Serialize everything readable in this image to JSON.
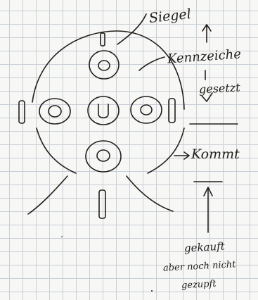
{
  "notes": {
    "siegel": "Siegel",
    "kennzeichen": "Kennzeiche",
    "gesetzt": "gesetzt",
    "kommt": "Kommt",
    "gekauft_line1": "gekauft",
    "gekauft_line2": "aber noch nicht",
    "gekauft_line3": "gezupft"
  },
  "colors": {
    "ink": "#23201c",
    "grid": "#c9cfd6",
    "paper": "#f7f7f5"
  }
}
